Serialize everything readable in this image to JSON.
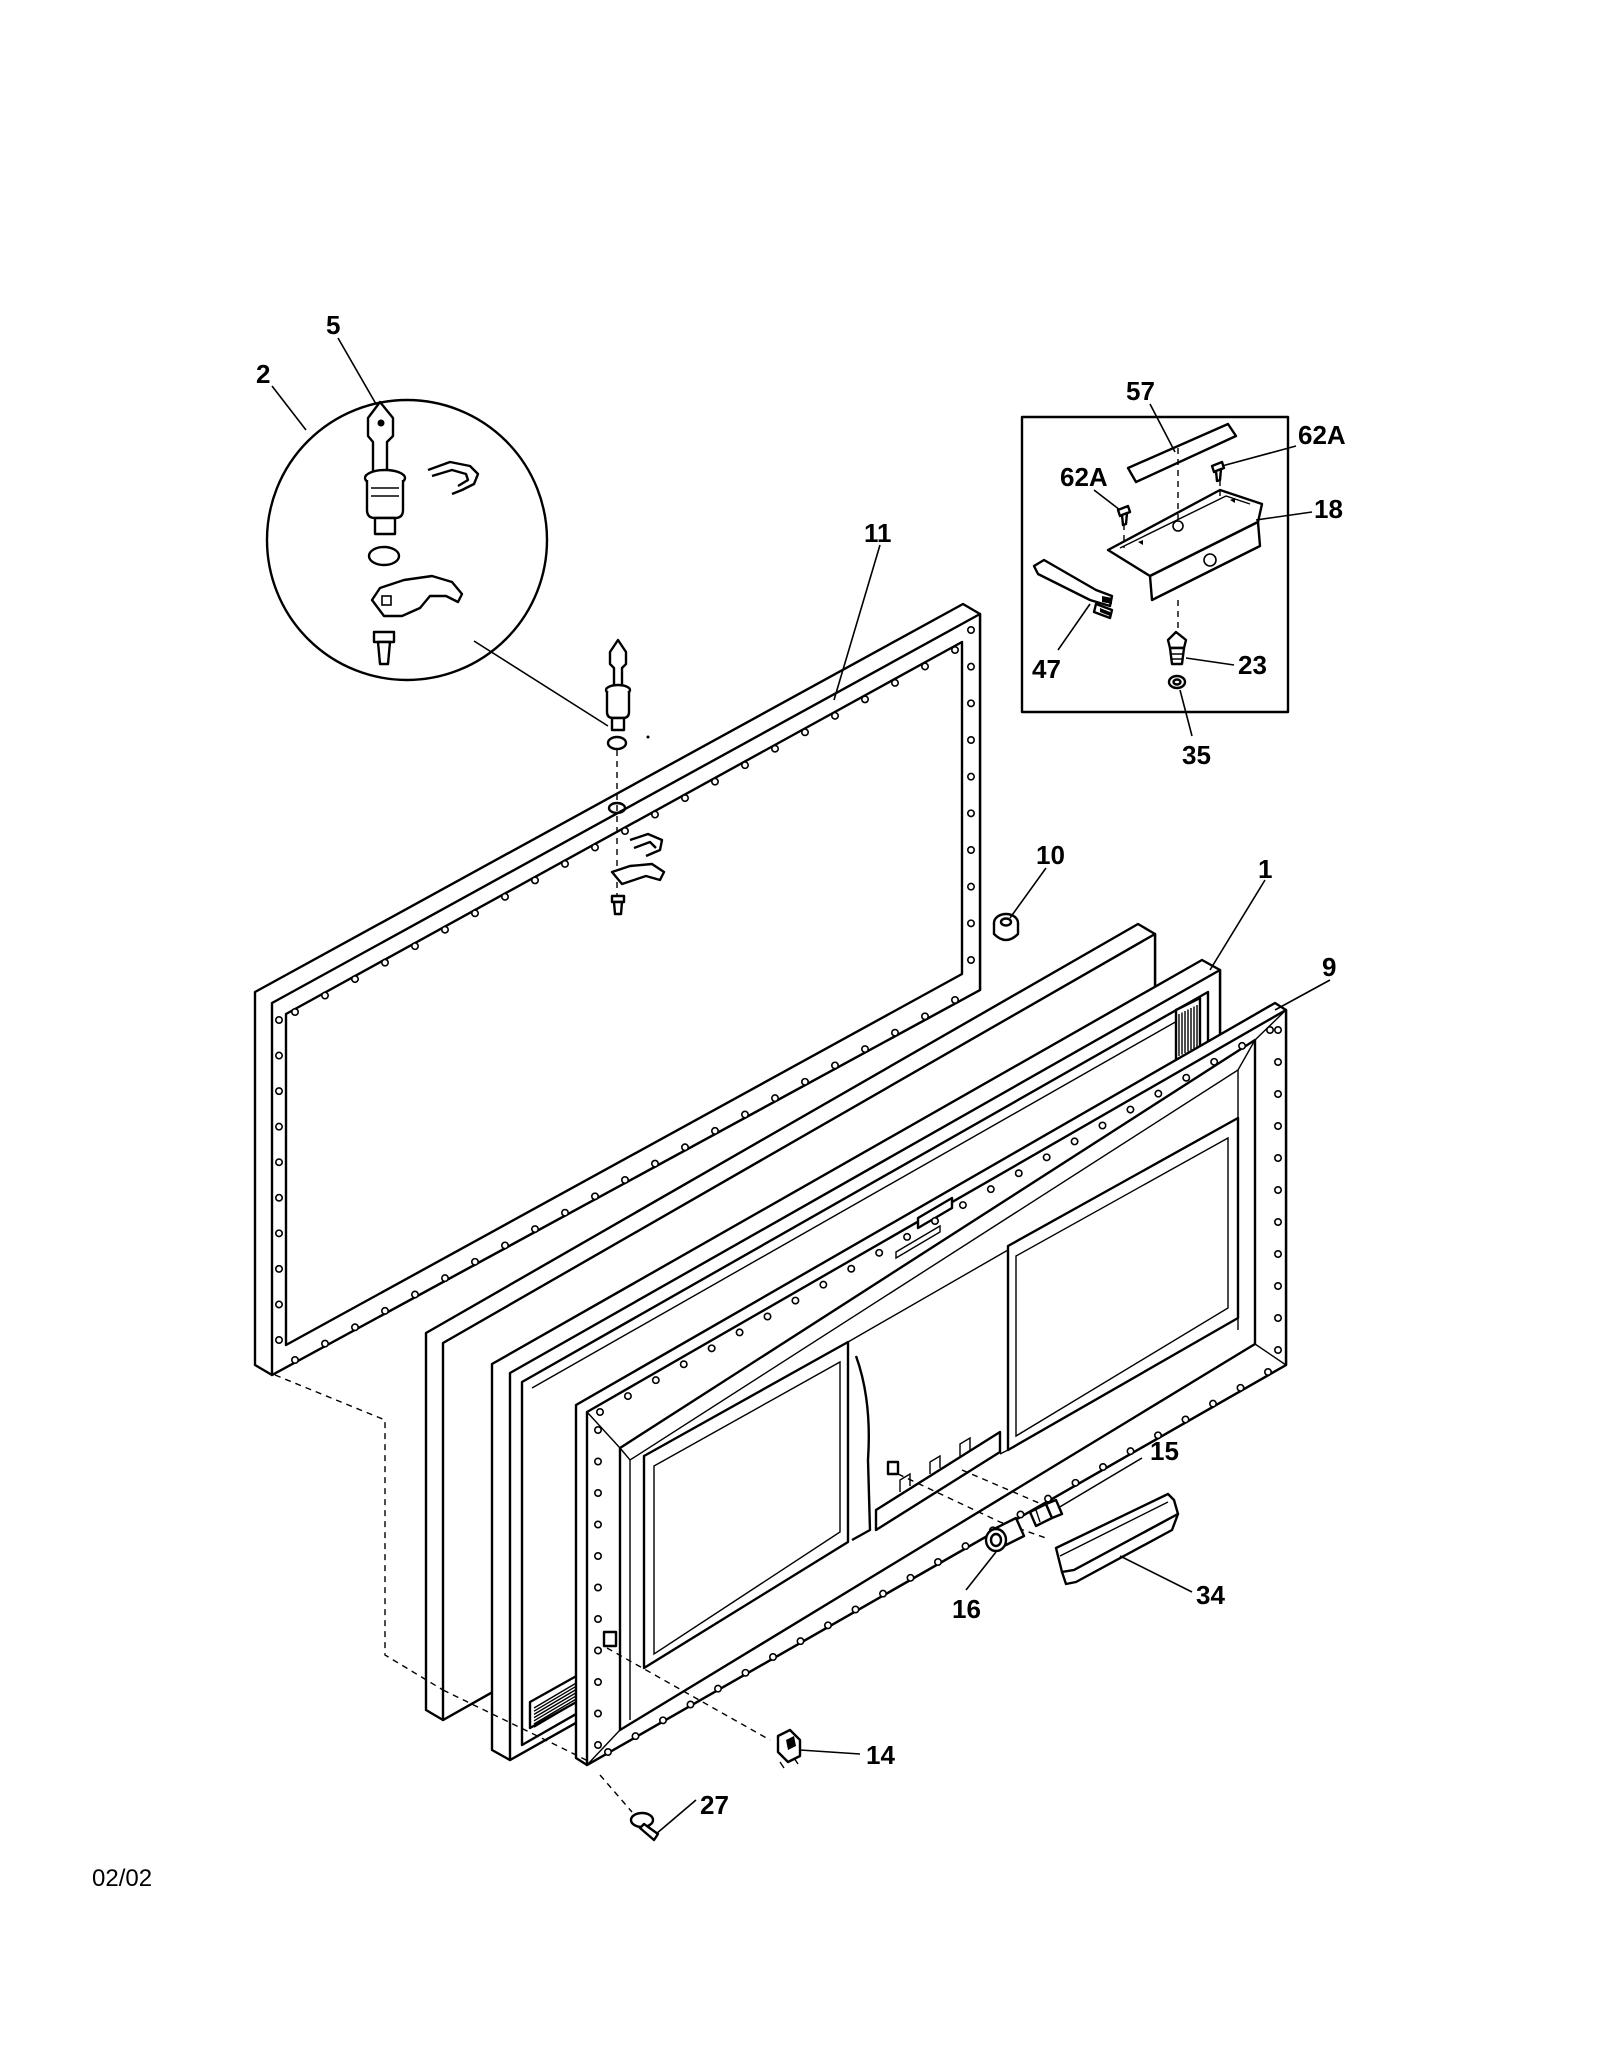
{
  "callouts": [
    {
      "id": "5",
      "text": "5"
    },
    {
      "id": "2",
      "text": "2"
    },
    {
      "id": "11",
      "text": "11"
    },
    {
      "id": "57",
      "text": "57"
    },
    {
      "id": "62A-right",
      "text": "62A"
    },
    {
      "id": "62A-left",
      "text": "62A"
    },
    {
      "id": "18",
      "text": "18"
    },
    {
      "id": "47",
      "text": "47"
    },
    {
      "id": "23",
      "text": "23"
    },
    {
      "id": "35",
      "text": "35"
    },
    {
      "id": "10",
      "text": "10"
    },
    {
      "id": "1",
      "text": "1"
    },
    {
      "id": "9",
      "text": "9"
    },
    {
      "id": "15",
      "text": "15"
    },
    {
      "id": "16",
      "text": "16"
    },
    {
      "id": "34",
      "text": "34"
    },
    {
      "id": "14",
      "text": "14"
    },
    {
      "id": "27",
      "text": "27"
    }
  ],
  "footer": {
    "date_code": "02/02"
  }
}
